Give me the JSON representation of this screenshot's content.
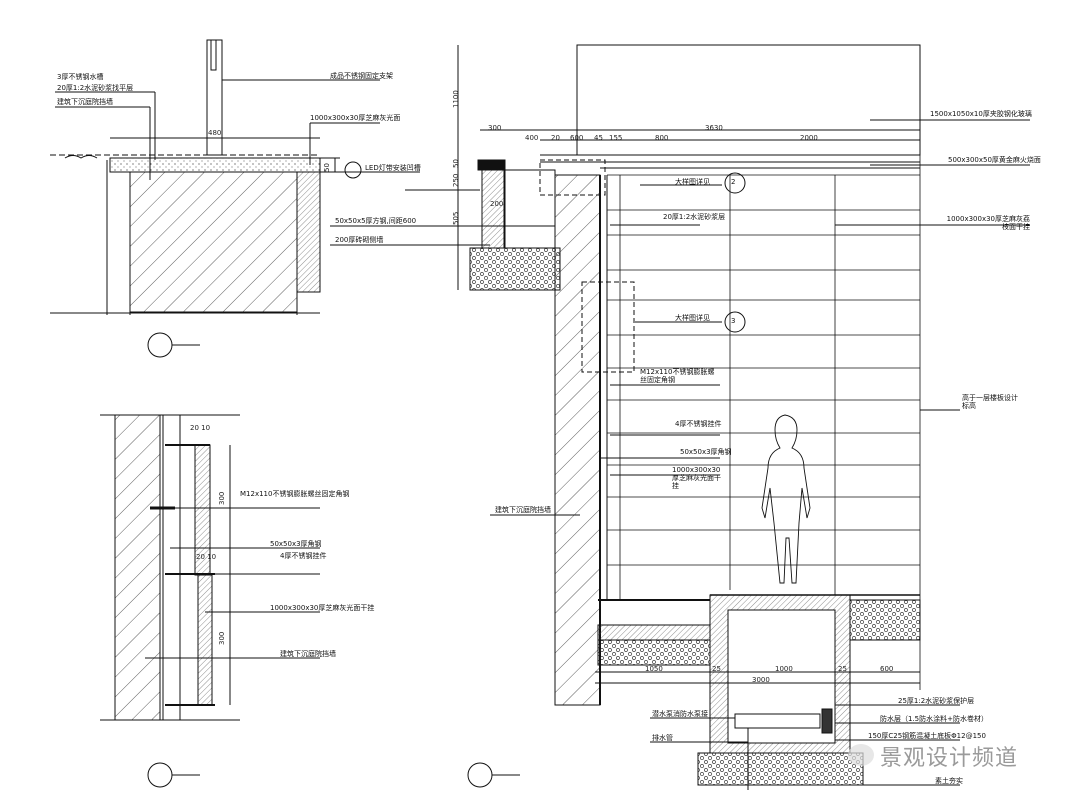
{
  "detail1": {
    "label_tank": "3厚不锈钢水槽",
    "label_mortar": "20厚1:2水泥砂浆找平层",
    "label_wall": "建筑下沉庭院挡墙",
    "label_bracket": "成品不锈钢固定支架",
    "label_stone": "1000x300x30厚芝麻灰光面",
    "label_led": "LED灯带安装凹槽",
    "dim_width": "480",
    "dim_height": "50"
  },
  "detail2": {
    "label_bolt": "M12x110不锈钢膨胀螺丝固定角钢",
    "label_angle": "50x50x3厚角钢",
    "label_hanger": "4厚不锈钢挂件",
    "label_stone": "1000x300x30厚芝麻灰光面干挂",
    "label_wall": "建筑下沉庭院挡墙",
    "dim_top": "300",
    "dim_bottom": "300",
    "dim_gap1": "20 10",
    "dim_gap2": "20 10"
  },
  "section": {
    "dims_top": [
      "300",
      "400",
      "20",
      "600",
      "45",
      "155",
      "800",
      "2000"
    ],
    "dim_total": "3630",
    "dim_height": "1100",
    "dim_250": "250",
    "dim_505": "505",
    "dim_50": "50",
    "dim_200": "200",
    "label_steel": "50x50x5厚方钢,间距600",
    "label_brick": "200厚砖砌侧墙",
    "label_glass": "1500x1050x10厚夹胶钢化玻璃",
    "label_coping": "500x300x50厚黄金麻火烧面",
    "label_detail_ref": "大样图详见",
    "detail_ref_2": "2",
    "detail_ref_3": "3",
    "label_mortar": "20厚1:2水泥砂浆层",
    "label_cladding": "1000x300x30厚芝麻灰荔枝面干挂",
    "label_bolt": "M12x110不锈钢膨胀螺丝固定角钢",
    "label_hanger": "4厚不锈钢挂件",
    "label_angle": "50x50x3厚角钢",
    "label_stone": "1000x300x30厚芝麻灰光面干挂",
    "label_wall": "建筑下沉庭院挡墙",
    "label_level": "高于一层楼板设计标高"
  },
  "pit": {
    "dim_1050": "1050",
    "dim_25a": "25",
    "dim_1000": "1000",
    "dim_25b": "25",
    "dim_600": "600",
    "dim_3000": "3000",
    "label_protect": "25厚1:2水泥砂浆保护层",
    "label_waterproof": "防水层（1.5防水涂料+防水卷材）",
    "label_slab": "150厚C25钢筋混凝土底板Φ12@150",
    "label_pump": "潜水泵消防水泵接",
    "label_drain": "排水管",
    "label_soil": "素土夯实"
  },
  "watermark": "景观设计频道"
}
